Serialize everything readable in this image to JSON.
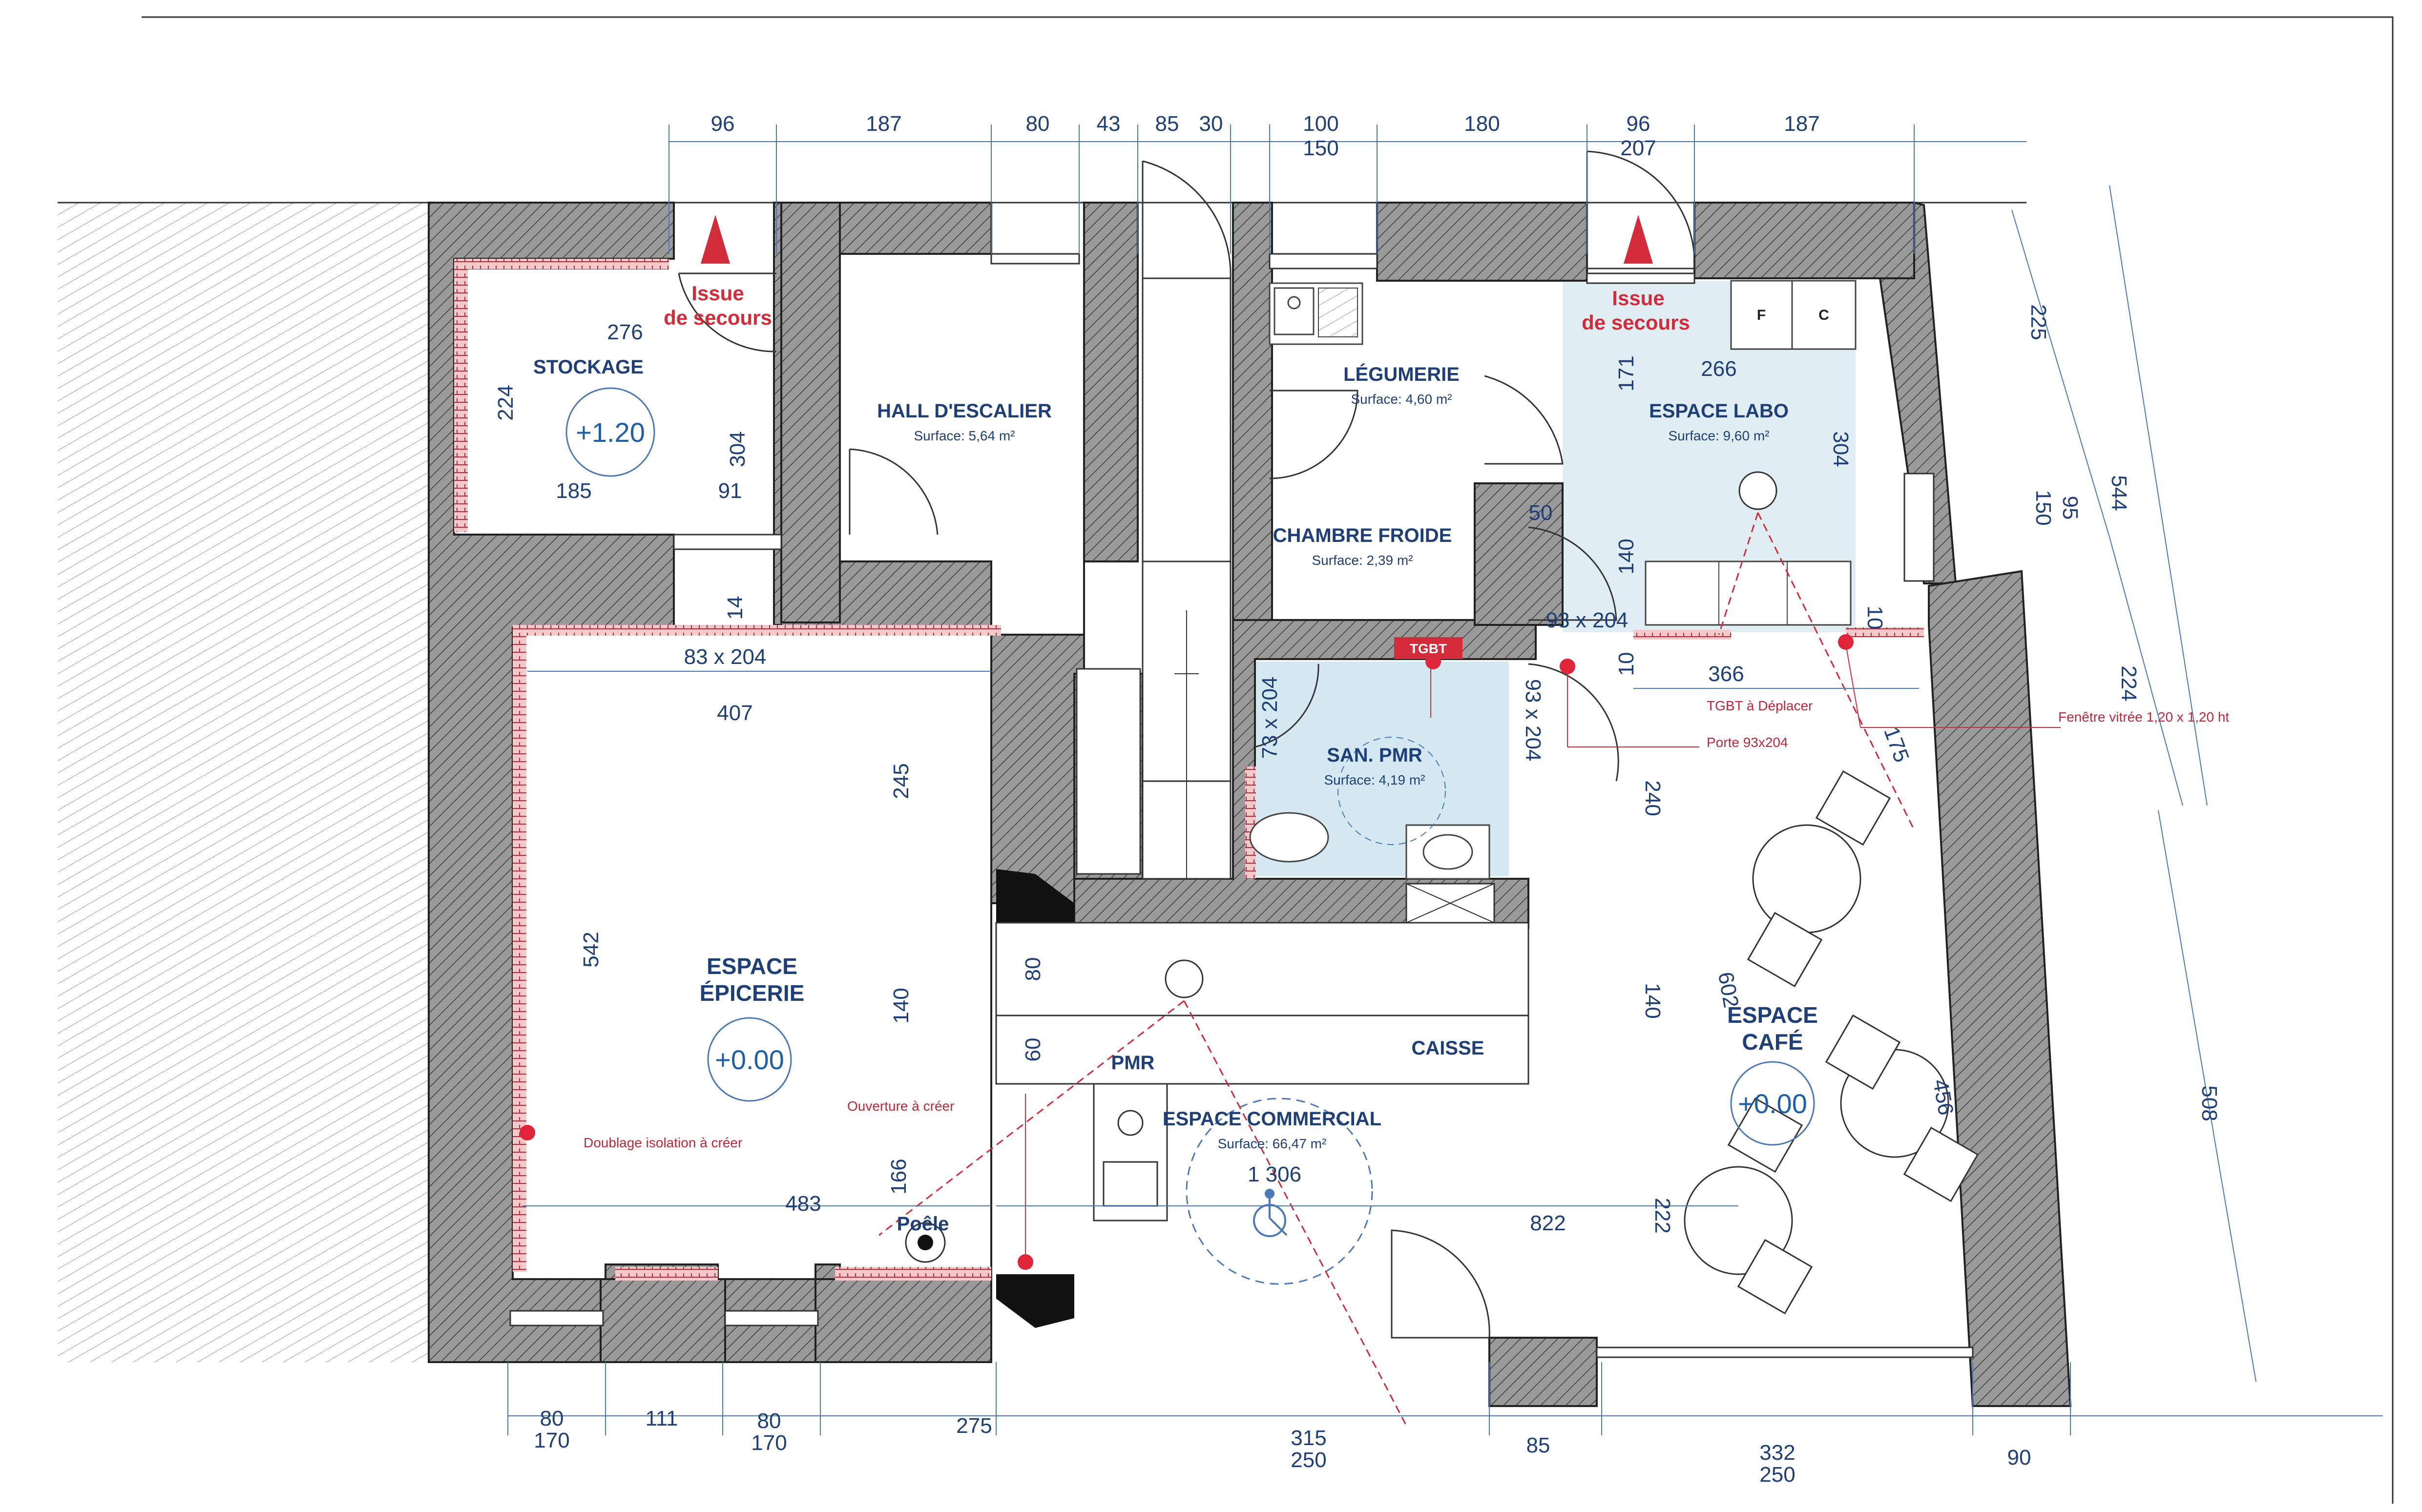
{
  "rooms": {
    "stockage": {
      "name": "STOCKAGE",
      "level": "+1.20"
    },
    "hall": {
      "name": "HALL D'ESCALIER",
      "surface": "Surface: 5,64 m²"
    },
    "legumerie": {
      "name": "LÉGUMERIE",
      "surface": "Surface: 4,60 m²"
    },
    "chambre_froide": {
      "name": "CHAMBRE FROIDE",
      "surface": "Surface: 2,39 m²"
    },
    "espace_labo": {
      "name": "ESPACE LABO",
      "surface": "Surface: 9,60 m²"
    },
    "san_pmr": {
      "name": "SAN. PMR",
      "surface": "Surface: 4,19 m²"
    },
    "epicerie": {
      "name_line1": "ESPACE",
      "name_line2": "ÉPICERIE",
      "level": "+0.00"
    },
    "commercial": {
      "name": "ESPACE COMMERCIAL",
      "surface": "Surface: 66,47 m²"
    },
    "cafe": {
      "name_line1": "ESPACE",
      "name_line2": "CAFÉ",
      "level": "+0.00"
    },
    "pmr": "PMR",
    "caisse": "CAISSE",
    "poele": "Poêle"
  },
  "labels": {
    "issue_line1": "Issue",
    "issue_line2": "de secours",
    "tgbt": "TGBT",
    "fridge_f": "F",
    "fridge_c": "C"
  },
  "notes": {
    "tgbt_move": "TGBT à Déplacer",
    "porte": "Porte 93x204",
    "fenetre": "Fenêtre vitrée 1,20 x 1,20 ht",
    "ouverture": "Ouverture à créer",
    "doublage": "Doublage isolation à créer"
  },
  "dimensions": {
    "top": [
      "96",
      "187",
      "80",
      "43",
      "85",
      "30",
      "100",
      "150",
      "180",
      "96",
      "207",
      "187"
    ],
    "bottom": [
      "80",
      "170",
      "111",
      "80",
      "170",
      "275",
      "315",
      "250",
      "85",
      "332",
      "250",
      "90"
    ],
    "right": [
      "225",
      "544",
      "150",
      "95",
      "224",
      "508"
    ],
    "interior": [
      "276",
      "224",
      "304",
      "185",
      "91",
      "14",
      "83 x 204",
      "407",
      "245",
      "542",
      "140",
      "80",
      "60",
      "166",
      "483",
      "1 306",
      "822",
      "222",
      "266",
      "171",
      "304",
      "50",
      "140",
      "93 x 204",
      "10",
      "366",
      "10",
      "93 x 204",
      "73 x 204",
      "175",
      "240",
      "140",
      "602",
      "456"
    ]
  },
  "colors": {
    "wall": "#8a8a8a",
    "dim": "#1f3f78",
    "red": "#d22c3a",
    "wet_room": "#d4e8f2"
  }
}
